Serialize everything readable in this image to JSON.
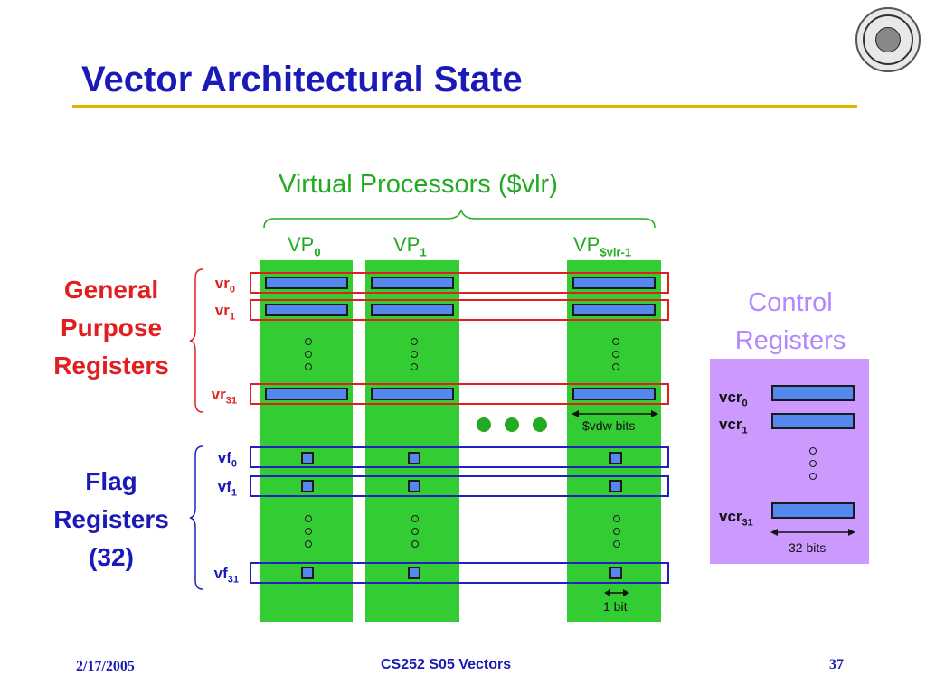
{
  "slide": {
    "title": "Vector Architectural State",
    "footer": {
      "date": "2/17/2005",
      "course": "CS252 S05 Vectors",
      "page": "37"
    }
  },
  "diagram": {
    "vp_header": "Virtual Processors ($vlr)",
    "vp_labels": [
      {
        "base": "VP",
        "sub": "0"
      },
      {
        "base": "VP",
        "sub": "1"
      },
      {
        "base": "VP",
        "sub": "$vlr-1"
      }
    ],
    "gpr_group": {
      "line1": "General",
      "line2": "Purpose",
      "line3": "Registers"
    },
    "flag_group": {
      "line1": "Flag",
      "line2": "Registers",
      "line3": "(32)"
    },
    "vr_labels": [
      {
        "base": "vr",
        "sub": "0"
      },
      {
        "base": "vr",
        "sub": "1"
      },
      {
        "base": "vr",
        "sub": "31"
      }
    ],
    "vf_labels": [
      {
        "base": "vf",
        "sub": "0"
      },
      {
        "base": "vf",
        "sub": "1"
      },
      {
        "base": "vf",
        "sub": "31"
      }
    ],
    "vdw_label": "$vdw bits",
    "bit_label": "1 bit",
    "control": {
      "title_line1": "Control",
      "title_line2": "Registers",
      "vcr_labels": [
        {
          "base": "vcr",
          "sub": "0"
        },
        {
          "base": "vcr",
          "sub": "1"
        },
        {
          "base": "vcr",
          "sub": "31"
        }
      ],
      "width_label": "32 bits"
    },
    "colors": {
      "title_blue": "#1a1ab8",
      "vp_green": "#33cc33",
      "label_green": "#22aa22",
      "gpr_red": "#e02020",
      "register_blue": "#5588ee",
      "control_purple": "#cc99ff",
      "control_title": "#b388ff",
      "rule_gold": "#e0b400"
    }
  }
}
